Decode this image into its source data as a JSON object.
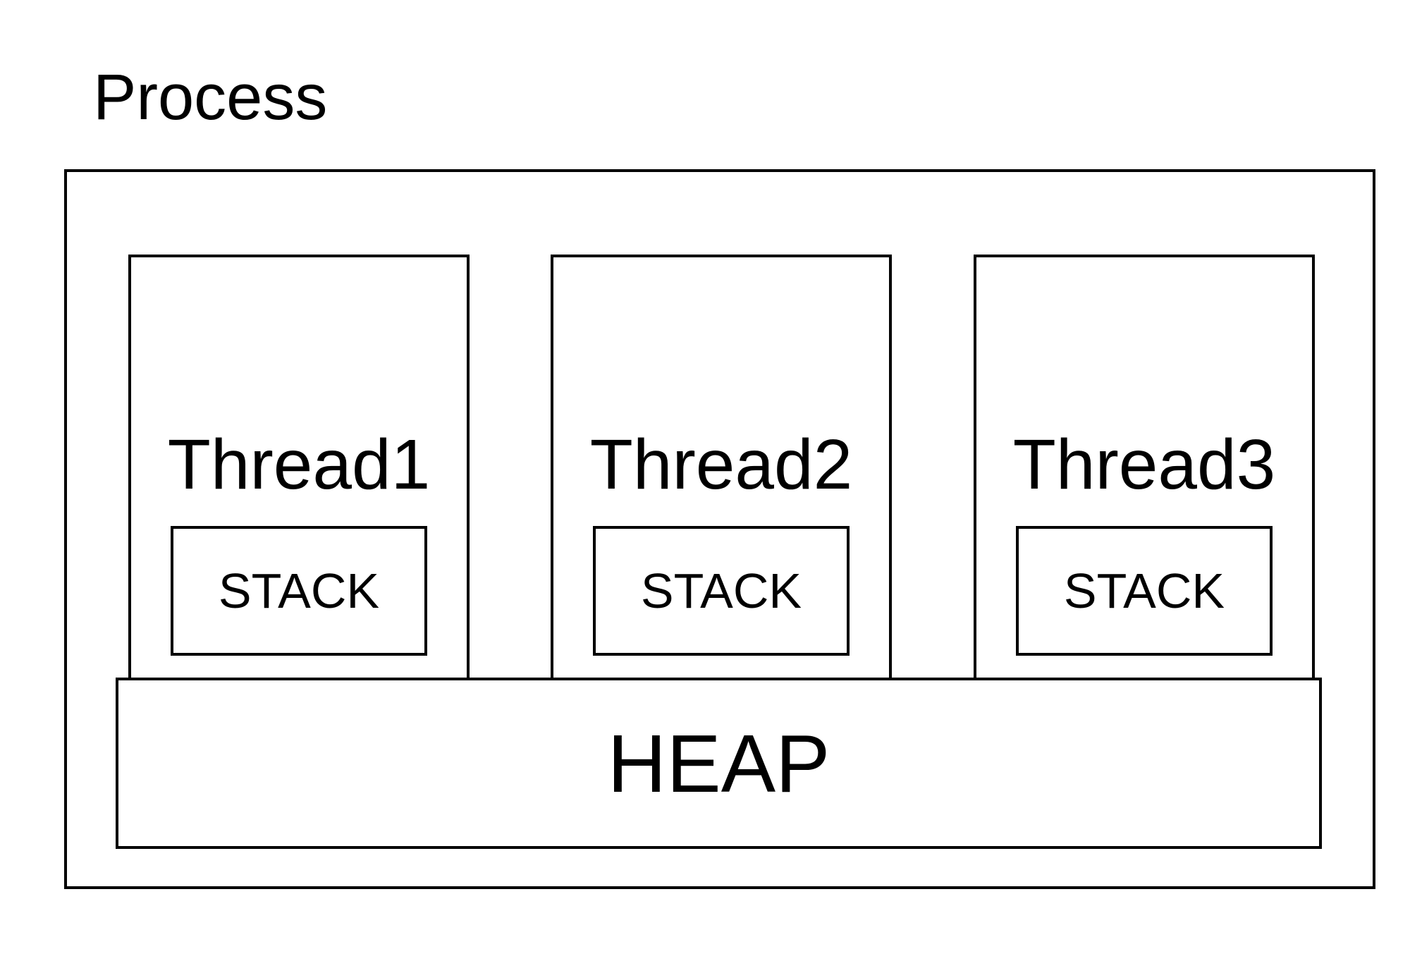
{
  "process": {
    "label": "Process"
  },
  "threads": [
    {
      "label": "Thread1",
      "stack_label": "STACK"
    },
    {
      "label": "Thread2",
      "stack_label": "STACK"
    },
    {
      "label": "Thread3",
      "stack_label": "STACK"
    }
  ],
  "heap": {
    "label": "HEAP"
  },
  "colors": {
    "stroke": "#000000",
    "background": "#ffffff"
  }
}
